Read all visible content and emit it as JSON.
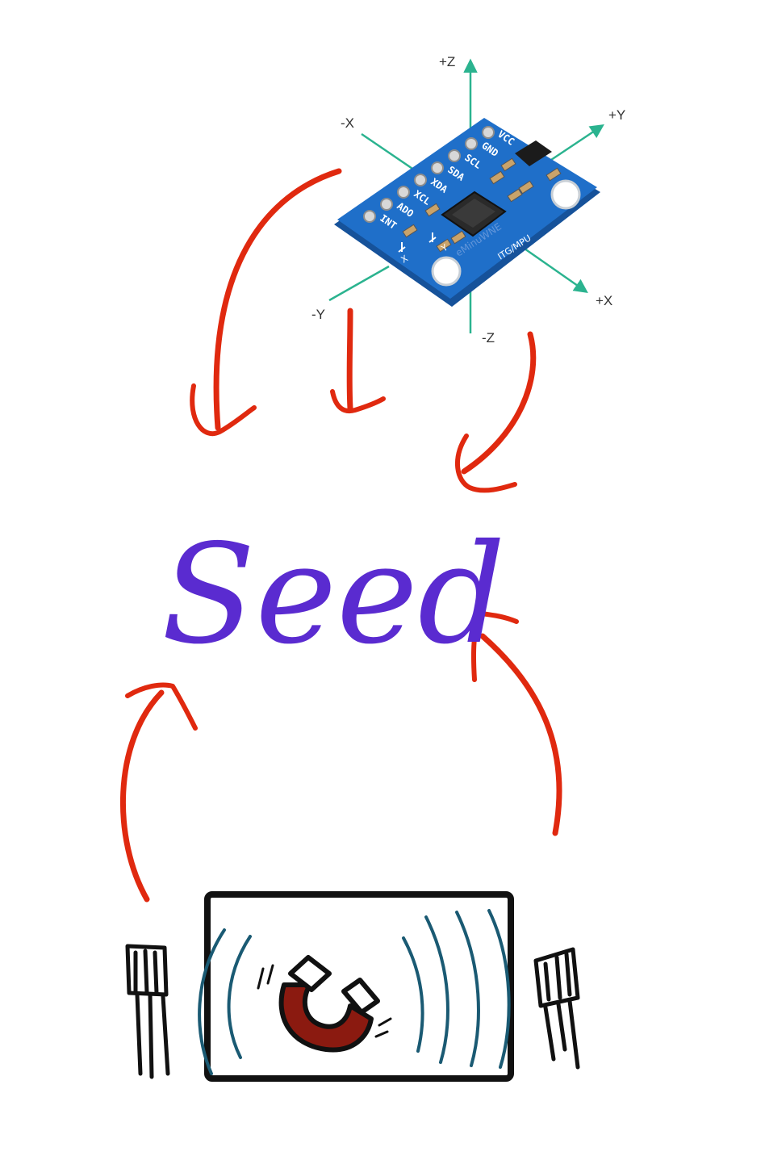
{
  "sensor": {
    "axes": {
      "pos_z": "+Z",
      "neg_z": "-Z",
      "pos_x": "+X",
      "neg_x": "-X",
      "pos_y": "+Y",
      "neg_y": "-Y"
    },
    "pins": [
      "VCC",
      "GND",
      "SCL",
      "SDA",
      "XDA",
      "XCL",
      "ADO",
      "INT"
    ],
    "board_label": "ITG/MPU",
    "mini_axis_x": "X",
    "mini_axis_y": "Y",
    "watermark": "eMinuWNE"
  },
  "center_word": "Seed",
  "colors": {
    "arrow": "#e0290f",
    "seed": "#5a2bd0",
    "board": "#1f6fc9",
    "axis": "#2bb38f",
    "field_lines": "#1a5a73",
    "magnet": "#8b1a10",
    "outline": "#111111"
  },
  "icons": {
    "sensor": "mpu6050-board-icon",
    "magnet": "horseshoe-magnet-icon",
    "hall_sensor": "hall-sensor-icon"
  }
}
